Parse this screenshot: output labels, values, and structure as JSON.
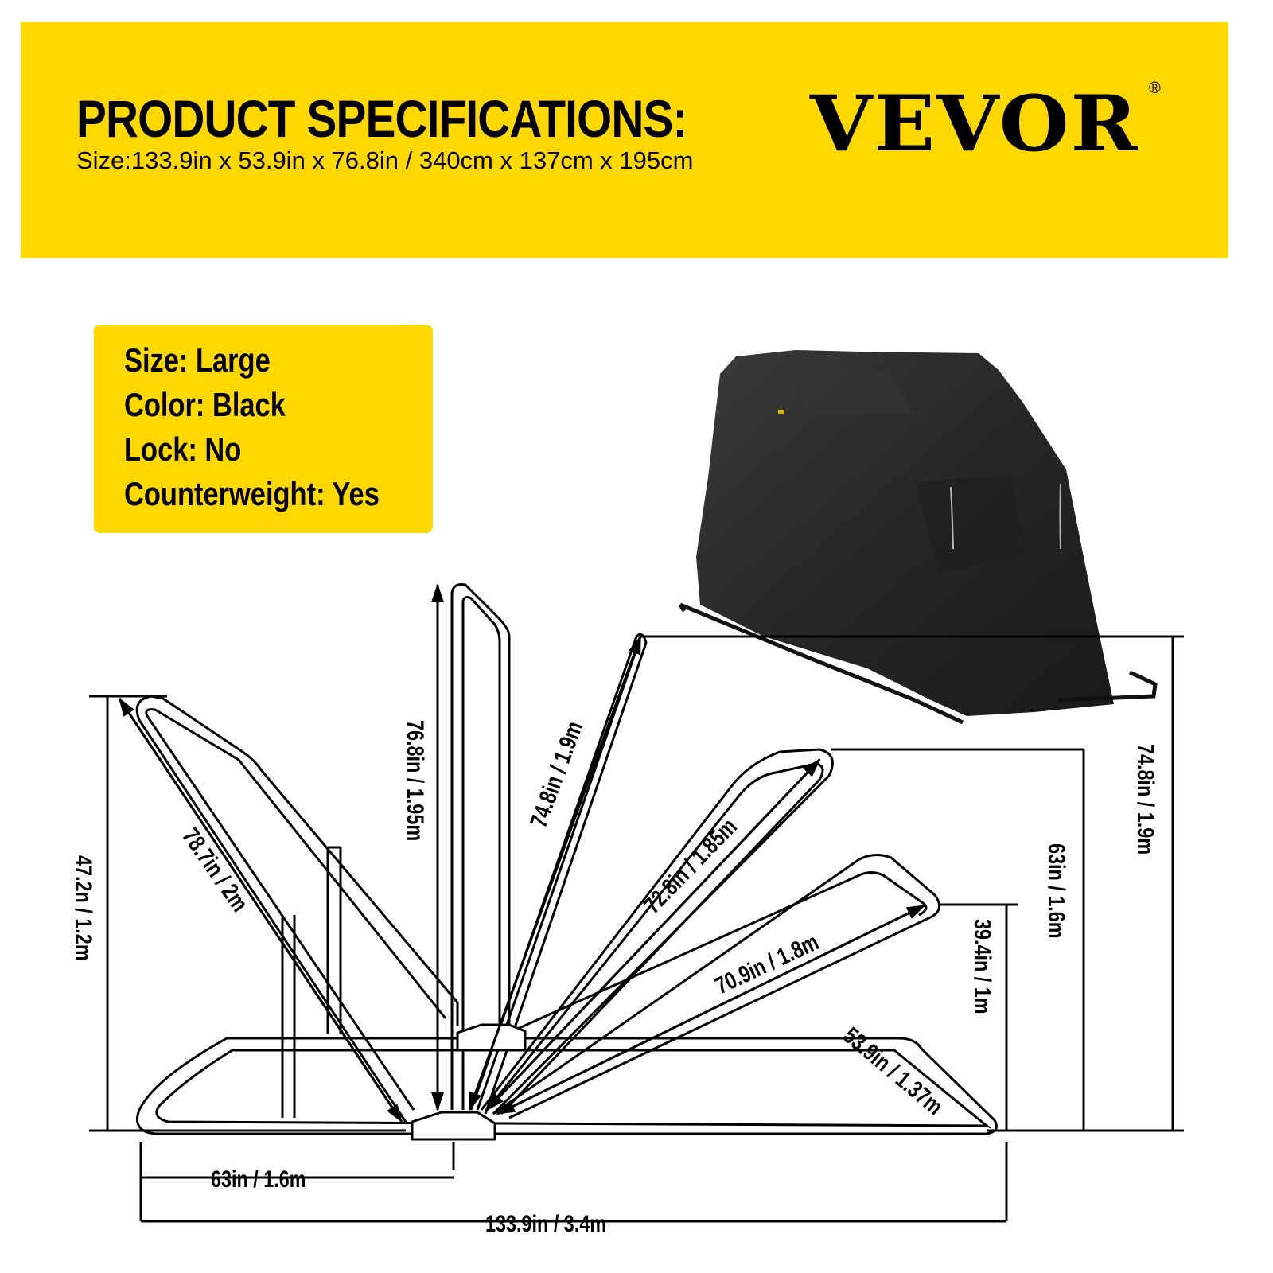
{
  "header": {
    "title": "PRODUCT SPECIFICATIONS:",
    "size_line": "Size:133.9in x 53.9in x 76.8in / 340cm x 137cm x 195cm",
    "brand": "VEVOR",
    "brand_mark": "®",
    "accent_color": "#FFD800"
  },
  "specs": {
    "items": [
      {
        "label": "Size: Large"
      },
      {
        "label": "Color: Black"
      },
      {
        "label": "Lock: No"
      },
      {
        "label": "Counterweight: Yes"
      }
    ]
  },
  "product_photo": {
    "description": "black-motorcycle-shelter-cover"
  },
  "dimensions": {
    "total_height_left": "47.2n / 1.2m",
    "arm_1_length": "78.7in / 2m",
    "arm_2_height": "76.8in / 1.95m",
    "arm_3_length": "74.8in / 1.9m",
    "arm_4_length": "72.8in / 1.85m",
    "arm_5_length": "70.9in / 1.8m",
    "height_39": "39.4in / 1m",
    "height_63": "63in / 1.6m",
    "height_74": "74.8in / 1.9m",
    "width_diagonal": "53.9in / 1.37m",
    "base_front_length": "63in / 1.6m",
    "total_length": "133.9in / 3.4m"
  }
}
